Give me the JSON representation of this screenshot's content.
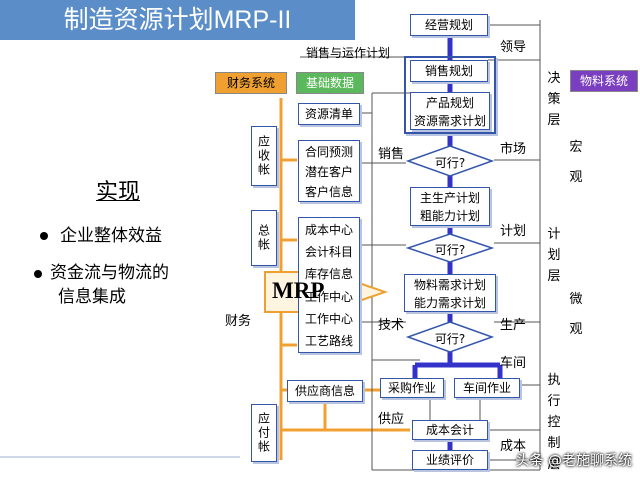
{
  "title": "制造资源计划MRP-II",
  "tags": {
    "finance": "财务系统",
    "basic_data": "基础数据",
    "material": "物料系统"
  },
  "flow": {
    "sales_plan_top": "销售与运作计划",
    "business_plan": "经营规划",
    "sales_plan": "销售规划",
    "product_plan_line1": "产品规划",
    "product_plan_line2": "资源需求计划",
    "feasible1": "可行?",
    "mps_line1": "主生产计划",
    "mps_line2": "粗能力计划",
    "feasible2": "可行?",
    "mrp_line1": "物料需求计划",
    "mrp_line2": "能力需求计划",
    "feasible3": "可行?",
    "purchasing": "采购作业",
    "workshop": "车间作业",
    "cost_accounting": "成本会计",
    "performance": "业绩评价"
  },
  "data_items": {
    "bom": "资源清单",
    "group1": [
      "合同预测",
      "潜在客户",
      "客户信息"
    ],
    "group2": [
      "成本中心",
      "会计科目",
      "库存信息",
      "工作中心",
      "工作中心",
      "工艺路线"
    ],
    "supplier": "供应商信息"
  },
  "finance_boxes": {
    "receivable": "应收帐",
    "ledger": "总帐",
    "payable": "应付帐"
  },
  "side_labels": {
    "leader": "领导",
    "sales": "销售",
    "market": "市场",
    "plan": "计划",
    "tech": "技术",
    "production": "生产",
    "finance": "财务",
    "workshop": "车间",
    "supply": "供应",
    "cost": "成本"
  },
  "levels": {
    "decision": "决策层",
    "plan": "计划层",
    "execute": "执行控制层",
    "macro": "宏观",
    "micro": "微观"
  },
  "left_panel": {
    "heading": "实现",
    "bullets": [
      "企业整体效益",
      "资金流与物流的",
      "信息集成"
    ]
  },
  "mrp_arrow": "MRP",
  "watermark": "头条 @老施聊系统",
  "colors": {
    "title_bg": "#5b8ec8",
    "main_flow": "#3333cc",
    "orange_line": "#f0a030",
    "gray_line": "#555555"
  }
}
